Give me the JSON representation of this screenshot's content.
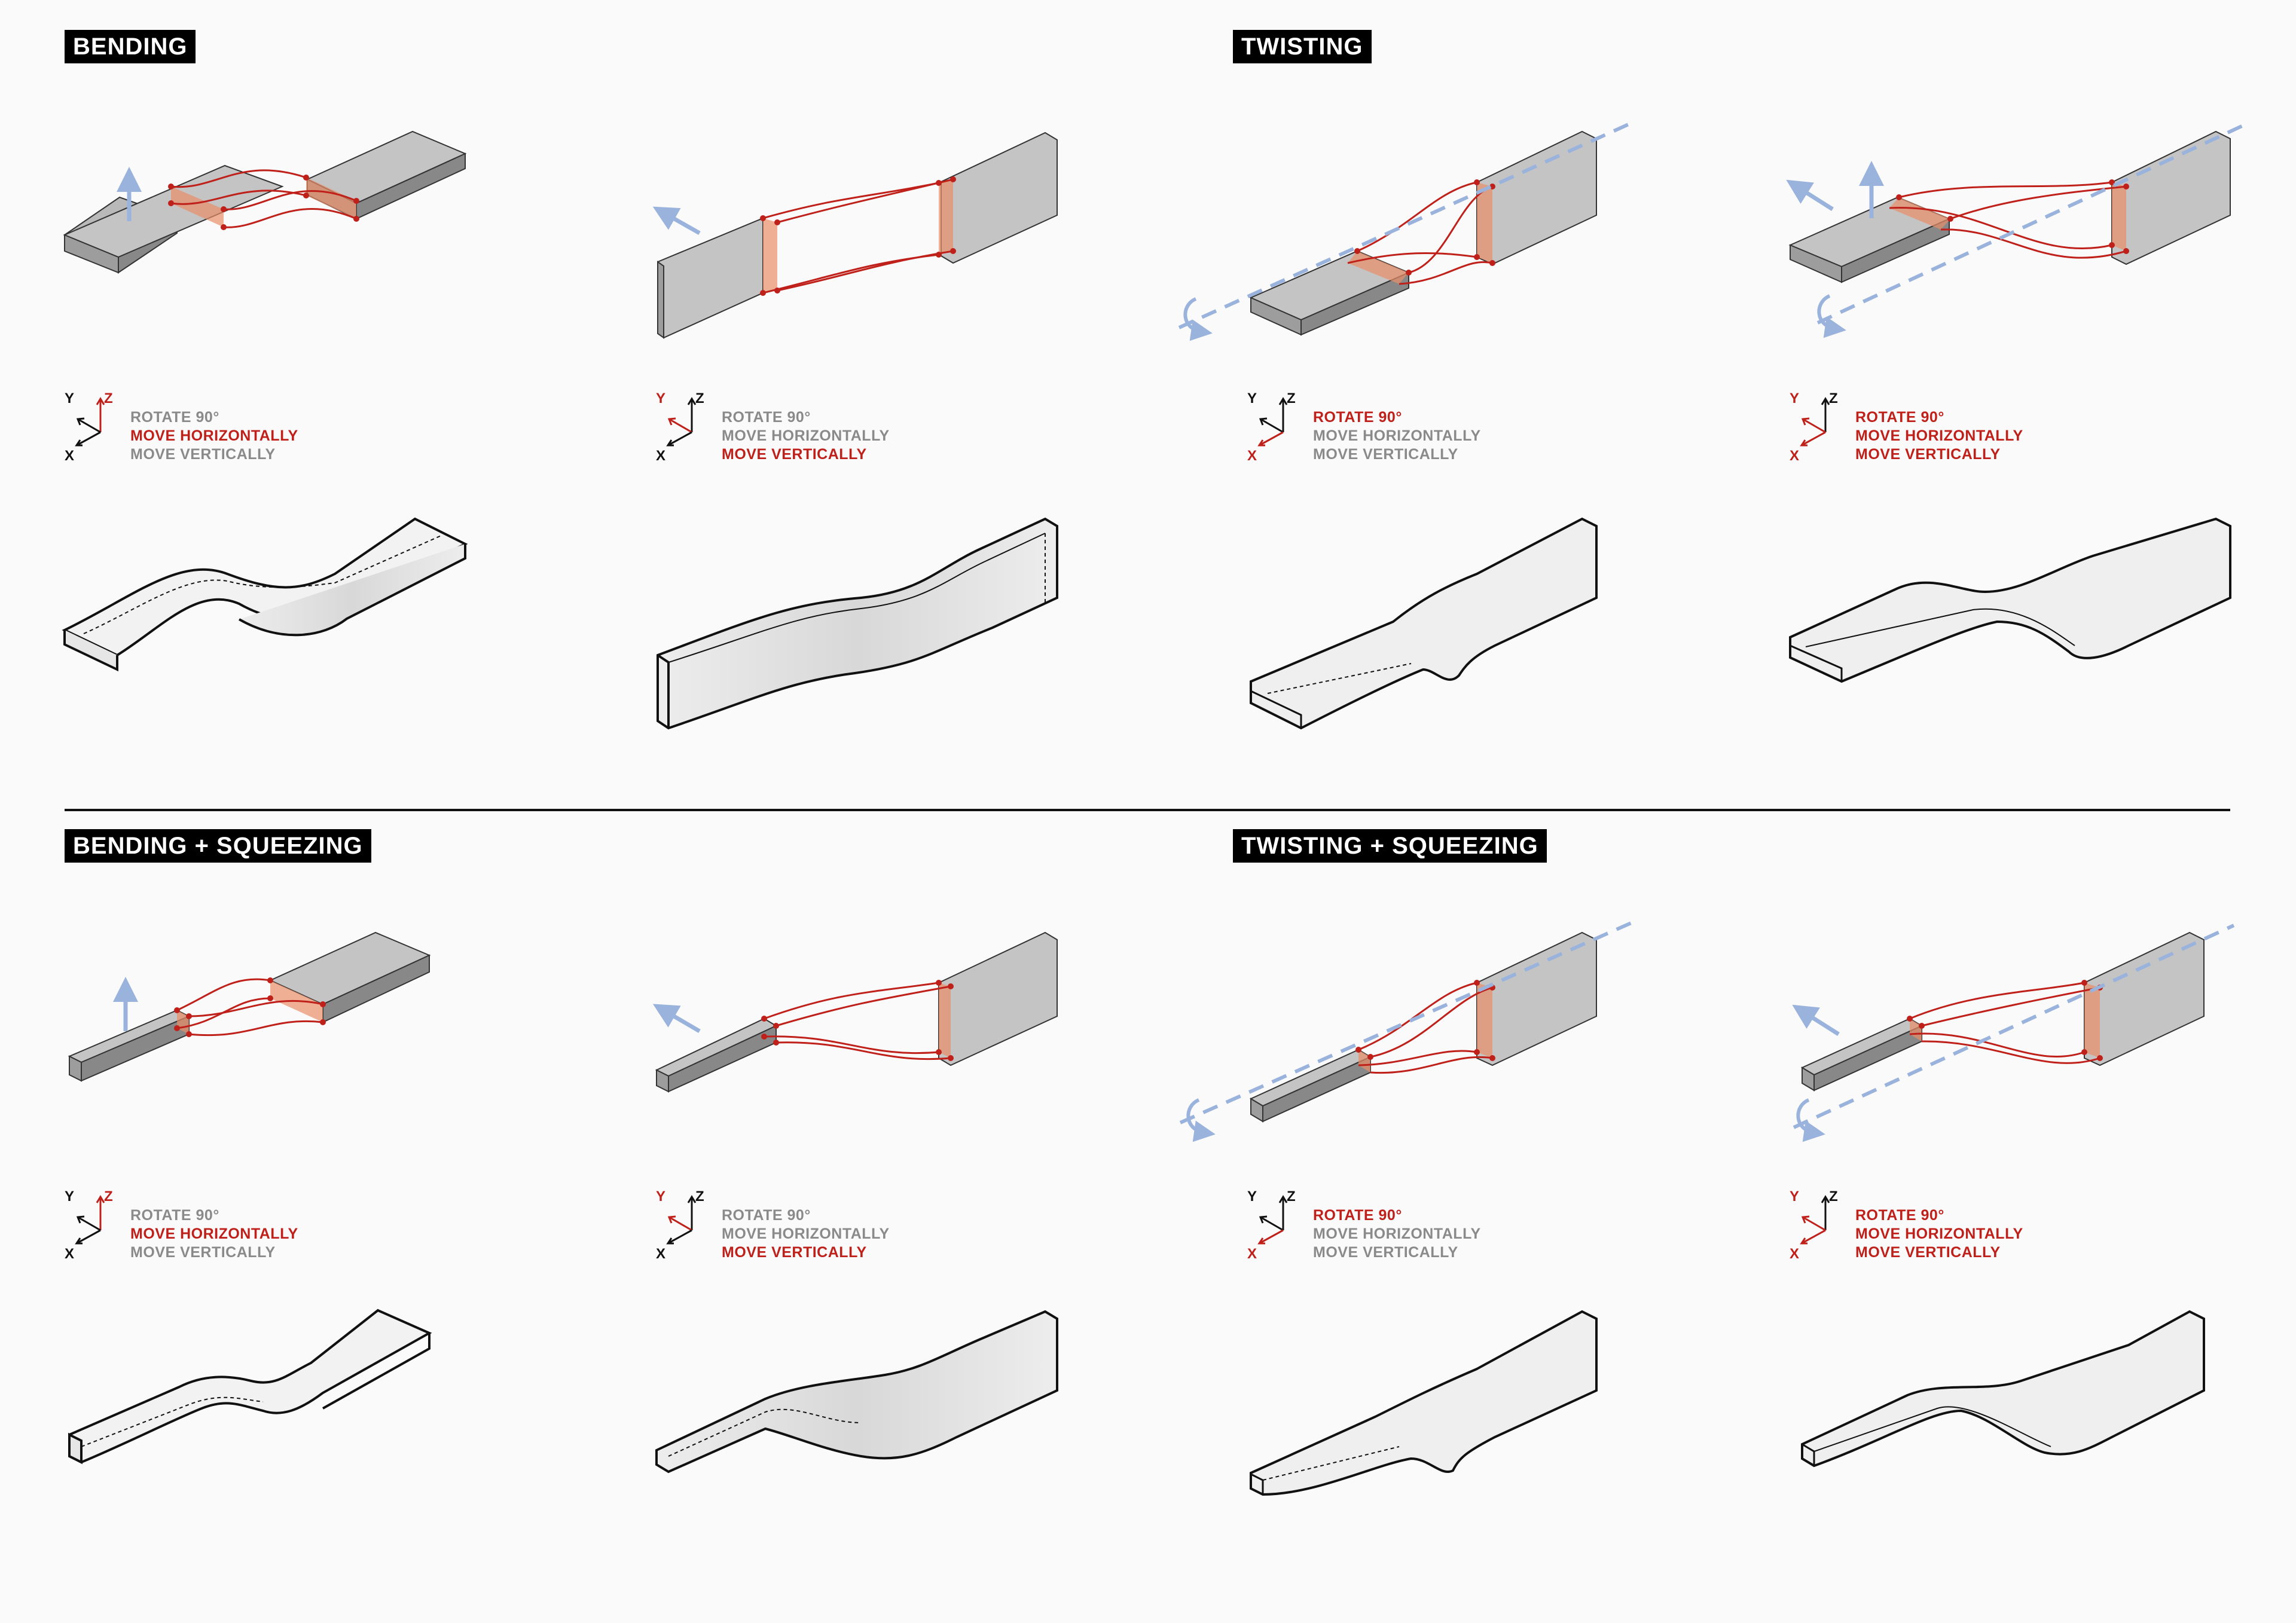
{
  "sections": [
    {
      "title": "BENDING"
    },
    {
      "title": "TWISTING"
    },
    {
      "title": "BENDING + SQUEEZING"
    },
    {
      "title": "TWISTING + SQUEEZING"
    }
  ],
  "axes": {
    "x": "X",
    "y": "Y",
    "z": "Z"
  },
  "legend_lines": {
    "rotate": "ROTATE 90°",
    "horizontal": "MOVE HORIZONTALLY",
    "vertical": "MOVE VERTICALLY"
  },
  "colors": {
    "active": "#c0201a",
    "inactive": "#8a8a8a",
    "arrow": "#9ab3dc",
    "block": "#c4c4c4",
    "curve": "#c0201a"
  },
  "legends": [
    {
      "active": [
        "horizontal"
      ],
      "red_axis": "z"
    },
    {
      "active": [
        "vertical"
      ],
      "red_axis": "y"
    },
    {
      "active": [
        "rotate"
      ],
      "red_axis": "x"
    },
    {
      "active": [
        "rotate",
        "horizontal",
        "vertical"
      ],
      "red_axis": "xy"
    },
    {
      "active": [
        "horizontal"
      ],
      "red_axis": "z"
    },
    {
      "active": [
        "vertical"
      ],
      "red_axis": "y"
    },
    {
      "active": [
        "rotate"
      ],
      "red_axis": "x"
    },
    {
      "active": [
        "rotate",
        "horizontal",
        "vertical"
      ],
      "red_axis": "xy"
    }
  ],
  "icons": {
    "arrow_up": "arrow-up-icon",
    "arrow_left": "arrow-up-left-icon",
    "rotation": "rotation-arrow-icon",
    "axis": "twist-axis-icon"
  }
}
